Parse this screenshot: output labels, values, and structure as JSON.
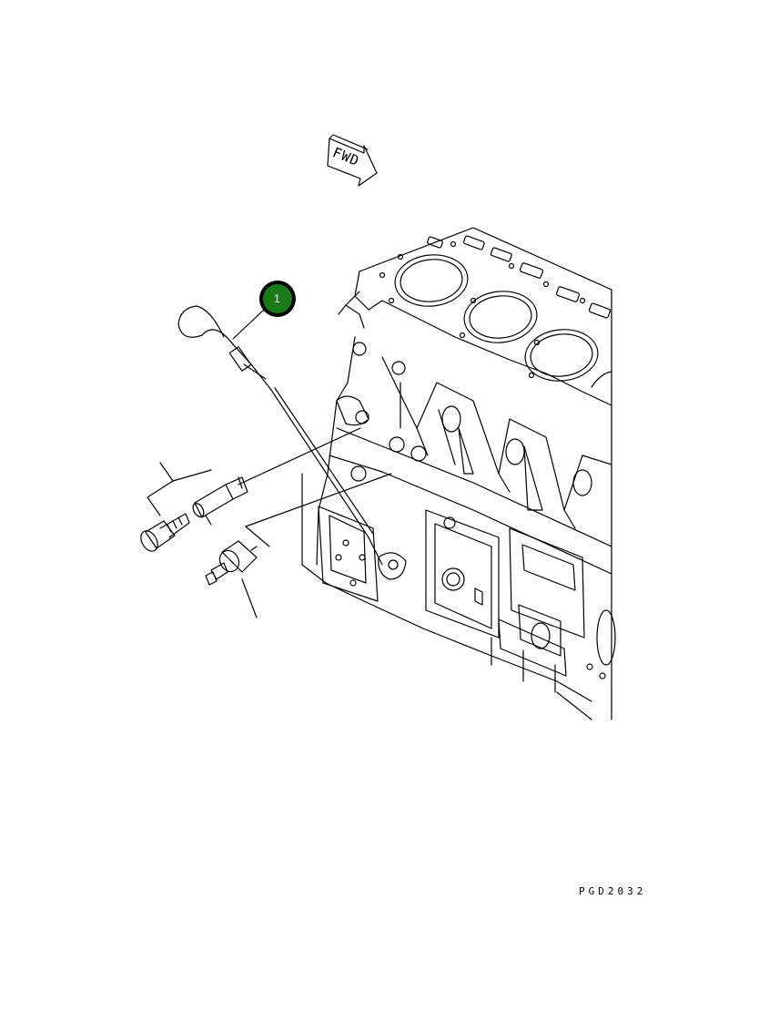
{
  "fwd_label": "FWD",
  "callouts": [
    {
      "number": "1",
      "color": "#1a7a1a"
    }
  ],
  "drawing_code": "PGD2032"
}
